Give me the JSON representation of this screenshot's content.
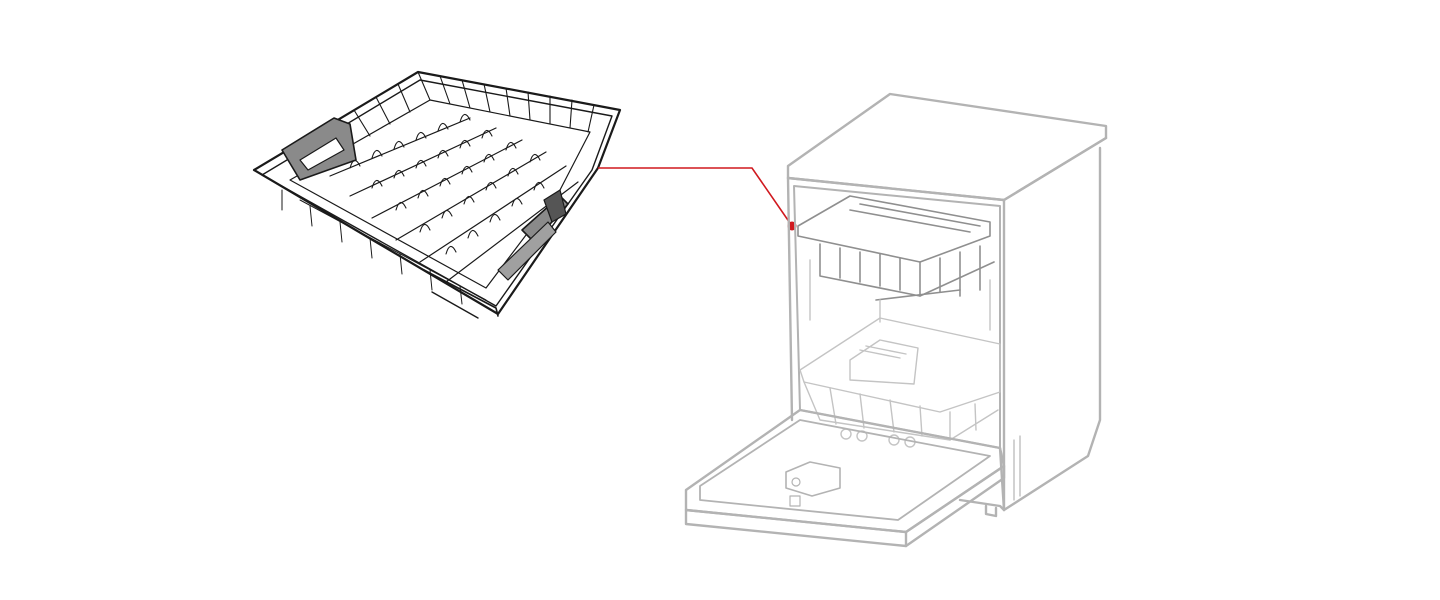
{
  "diagram": {
    "colors": {
      "background": "#ffffff",
      "rack_outline": "#1a1a1a",
      "rack_wire": "#2a2a2a",
      "handle_fill": "#8a8a8a",
      "appliance_outline": "#b3b3b3",
      "appliance_wire": "#c4c4c4",
      "callout": "#d0191f"
    },
    "parts": [
      {
        "id": "upper-rack-detail",
        "icon": "upper-rack-icon"
      },
      {
        "id": "dishwasher",
        "icon": "dishwasher-icon"
      }
    ],
    "callout": {
      "from": "upper-rack-detail",
      "to": "upper-rack-in-dishwasher"
    }
  }
}
